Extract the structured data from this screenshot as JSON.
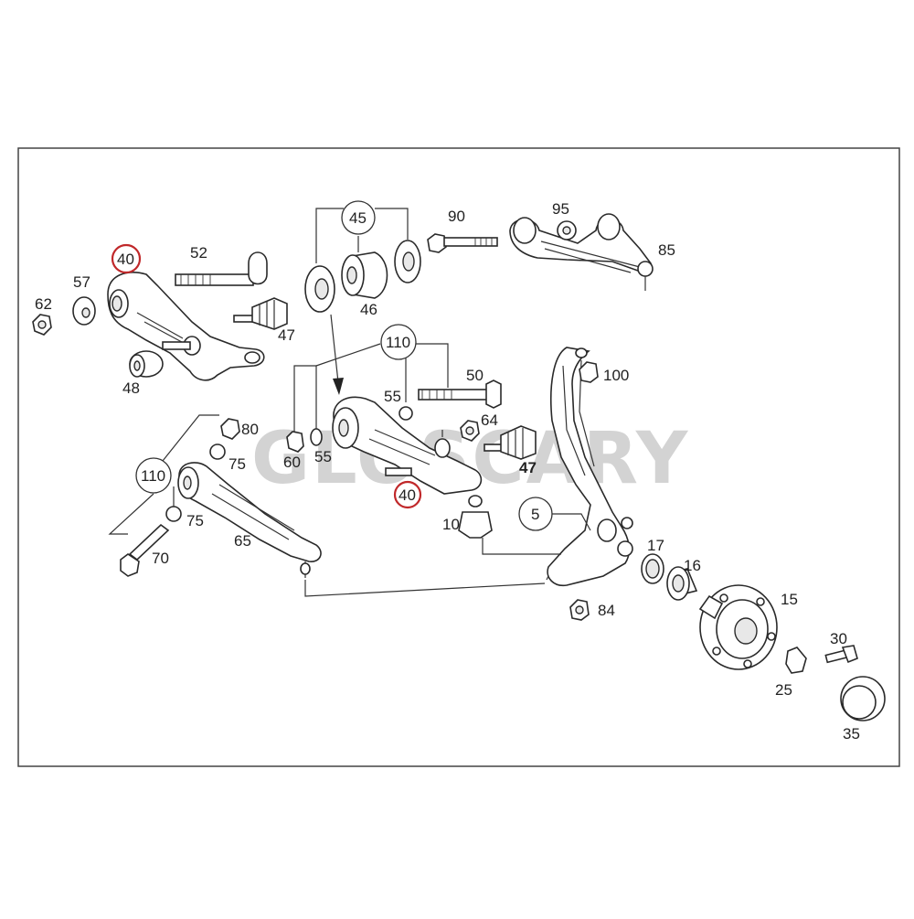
{
  "watermark": "GLOSCARY",
  "highlight_color": "#c0282a",
  "labels": {
    "l40a": "40",
    "l40b": "40",
    "l52": "52",
    "l57": "57",
    "l62": "62",
    "l47a": "47",
    "l47b": "47",
    "l48": "48",
    "l45": "45",
    "l46": "46",
    "l90": "90",
    "l95": "95",
    "l85": "85",
    "l110a": "110",
    "l110b": "110",
    "l55a": "55",
    "l55b": "55",
    "l50": "50",
    "l64": "64",
    "l60": "60",
    "l80": "80",
    "l75a": "75",
    "l75b": "75",
    "l65": "65",
    "l70": "70",
    "l100": "100",
    "l5": "5",
    "l10": "10",
    "l17": "17",
    "l16": "16",
    "l15": "15",
    "l84": "84",
    "l30": "30",
    "l25": "25",
    "l35": "35"
  }
}
